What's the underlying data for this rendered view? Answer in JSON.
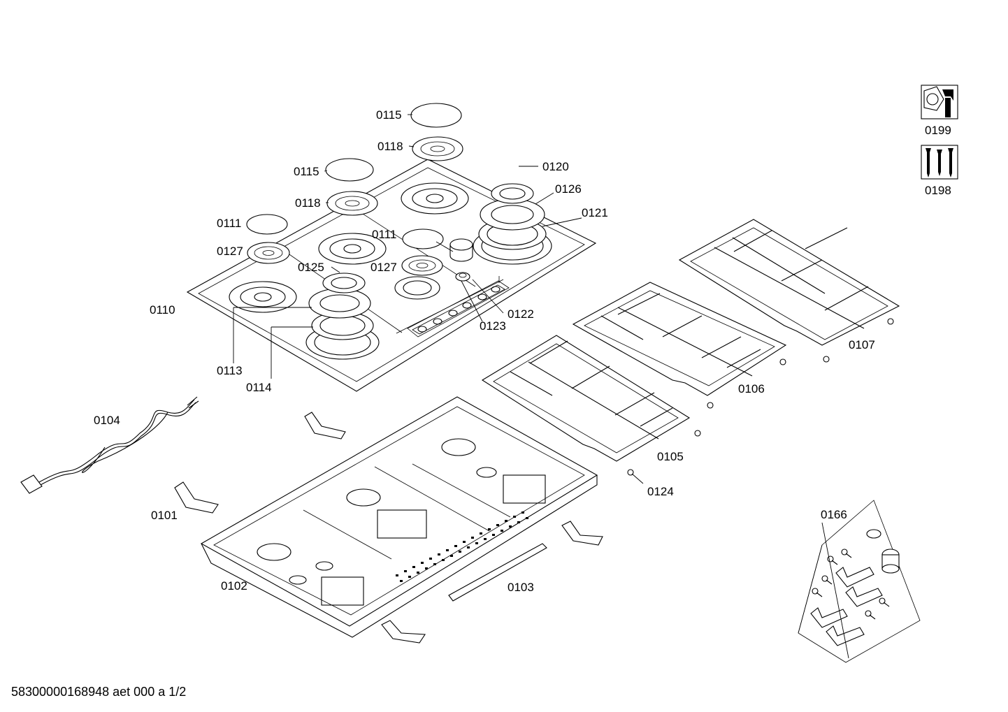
{
  "footer": "58300000168948 aet 000 a 1/2",
  "icons": [
    {
      "name": "service-tools-icon",
      "label": "0199"
    },
    {
      "name": "screws-icon",
      "label": "0198"
    }
  ],
  "labels": [
    {
      "id": "label-0115-top",
      "text": "0115"
    },
    {
      "id": "label-0118-top",
      "text": "0118"
    },
    {
      "id": "label-0115-mid",
      "text": "0115"
    },
    {
      "id": "label-0118-mid",
      "text": "0118"
    },
    {
      "id": "label-0120",
      "text": "0120"
    },
    {
      "id": "label-0126",
      "text": "0126"
    },
    {
      "id": "label-0121",
      "text": "0121"
    },
    {
      "id": "label-0111-left",
      "text": "0111"
    },
    {
      "id": "label-0127-left",
      "text": "0127"
    },
    {
      "id": "label-0111-right",
      "text": "0111"
    },
    {
      "id": "label-0125",
      "text": "0125"
    },
    {
      "id": "label-0127-right",
      "text": "0127"
    },
    {
      "id": "label-0110",
      "text": "0110"
    },
    {
      "id": "label-0122",
      "text": "0122"
    },
    {
      "id": "label-0123",
      "text": "0123"
    },
    {
      "id": "label-0113",
      "text": "0113"
    },
    {
      "id": "label-0114",
      "text": "0114"
    },
    {
      "id": "label-0107",
      "text": "0107"
    },
    {
      "id": "label-0106",
      "text": "0106"
    },
    {
      "id": "label-0104",
      "text": "0104"
    },
    {
      "id": "label-0105",
      "text": "0105"
    },
    {
      "id": "label-0124",
      "text": "0124"
    },
    {
      "id": "label-0101",
      "text": "0101"
    },
    {
      "id": "label-0166",
      "text": "0166"
    },
    {
      "id": "label-0102",
      "text": "0102"
    },
    {
      "id": "label-0103",
      "text": "0103"
    }
  ]
}
